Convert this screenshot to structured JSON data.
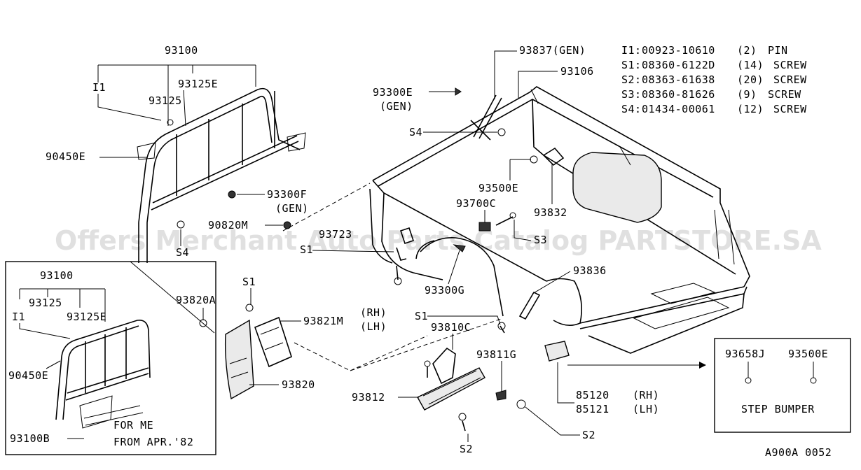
{
  "diagram": {
    "code": "A900A 0052",
    "watermark": "Offers Merchant Auto Parts Catalog PARTSTORE.SA"
  },
  "legend": [
    {
      "key": "I1",
      "sep": ":",
      "part": "00923-10610",
      "qty": "(2)",
      "desc": "PIN"
    },
    {
      "key": "S1",
      "sep": ":",
      "part": "08360-6122D",
      "qty": "(14)",
      "desc": "SCREW"
    },
    {
      "key": "S2",
      "sep": ":",
      "part": "08363-61638",
      "qty": "(20)",
      "desc": "SCREW"
    },
    {
      "key": "S3",
      "sep": ":",
      "part": "08360-81626",
      "qty": "(9)",
      "desc": "SCREW"
    },
    {
      "key": "S4",
      "sep": ":",
      "part": "01434-00061",
      "qty": "(12)",
      "desc": "SCREW"
    }
  ],
  "labels": {
    "p93100_top": "93100",
    "i1_top": "I1",
    "p93125E_top": "93125E",
    "p93125_top": "93125",
    "p90450E_top": "90450E",
    "p93300F": "93300F",
    "p93300F_gen": "(GEN)",
    "p90820M": "90820M",
    "s4_left": "S4",
    "p93300E": "93300E",
    "p93300E_gen": "(GEN)",
    "s4_mid": "S4",
    "p93837": "93837(GEN)",
    "p93106": "93106",
    "p93500E_mid": "93500E",
    "p93700C": "93700C",
    "p93832": "93832",
    "p93723": "93723",
    "s1_a": "S1",
    "s3": "S3",
    "p93300G": "93300G",
    "p93836": "93836",
    "s1_b": "S1",
    "p93820A": "93820A",
    "p93821M": "93821M",
    "rh_1": "(RH)",
    "lh_1": "(LH)",
    "s1_c": "S1",
    "p93810C": "93810C",
    "p93811G": "93811G",
    "p93820": "93820",
    "p93812": "93812",
    "s2_bottom": "S2",
    "s2_right": "S2",
    "p85120": "85120",
    "rh_2": "(RH)",
    "p85121": "85121",
    "lh_2": "(LH)",
    "p93658J": "93658J",
    "p93500E_box": "93500E",
    "step_bumper": "STEP BUMPER",
    "inset_93100": "93100",
    "inset_93125": "93125",
    "inset_i1": "I1",
    "inset_93125E": "93125E",
    "inset_90450E": "90450E",
    "inset_93100B": "93100B",
    "inset_note_1": "FOR ME",
    "inset_note_2": "FROM APR.'82"
  }
}
